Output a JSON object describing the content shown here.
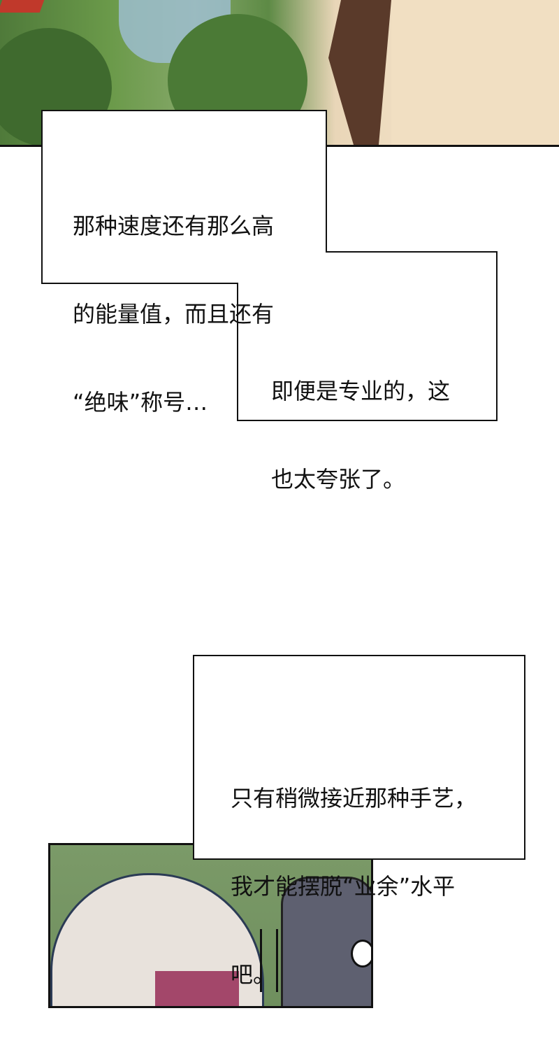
{
  "panels": {
    "box1": {
      "lines": [
        "那种速度还有那么高",
        "的能量值，而且还有",
        "“绝味”称号…"
      ]
    },
    "box2": {
      "lines": [
        "即便是专业的，这",
        "也太夸张了。"
      ]
    },
    "box3": {
      "lines": [
        "只有稍微接近那种手艺，",
        "我才能摆脱“业余”水平",
        "吧。"
      ]
    }
  }
}
